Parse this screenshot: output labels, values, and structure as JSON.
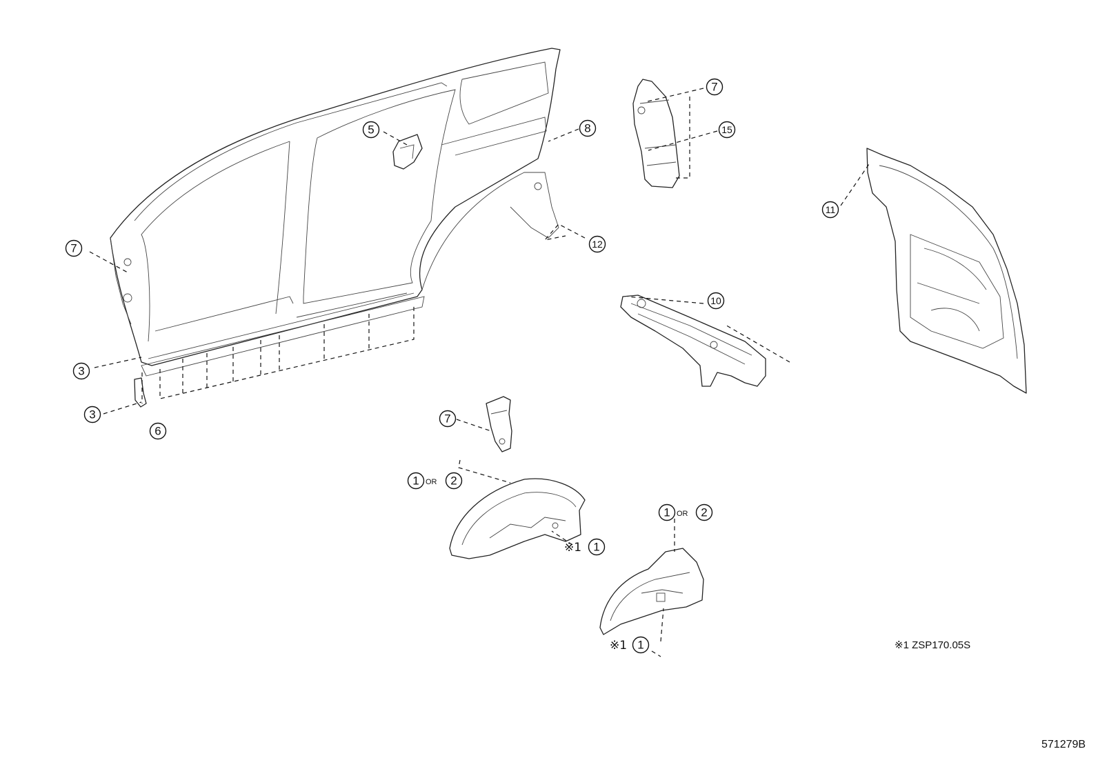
{
  "callouts": [
    {
      "id": "c5",
      "num": "5"
    },
    {
      "id": "c8",
      "num": "8"
    },
    {
      "id": "c7a",
      "num": "7"
    },
    {
      "id": "c15",
      "num": "15"
    },
    {
      "id": "c7b",
      "num": "7"
    },
    {
      "id": "c12",
      "num": "12"
    },
    {
      "id": "c11",
      "num": "11"
    },
    {
      "id": "c10",
      "num": "10"
    },
    {
      "id": "c3a",
      "num": "3"
    },
    {
      "id": "c3b",
      "num": "3"
    },
    {
      "id": "c6",
      "num": "6"
    },
    {
      "id": "c7c",
      "num": "7"
    },
    {
      "id": "c1a",
      "num": "1"
    },
    {
      "id": "c2a",
      "num": "2"
    },
    {
      "id": "c1b",
      "num": "1"
    },
    {
      "id": "c2b",
      "num": "2"
    },
    {
      "id": "c1c",
      "num": "1"
    },
    {
      "id": "c1d",
      "num": "1"
    }
  ],
  "labels": {
    "or": "OR",
    "note_mark": "※1"
  },
  "legend": {
    "text": "※1 ZSP170.05S"
  },
  "figure_number": "571279B"
}
